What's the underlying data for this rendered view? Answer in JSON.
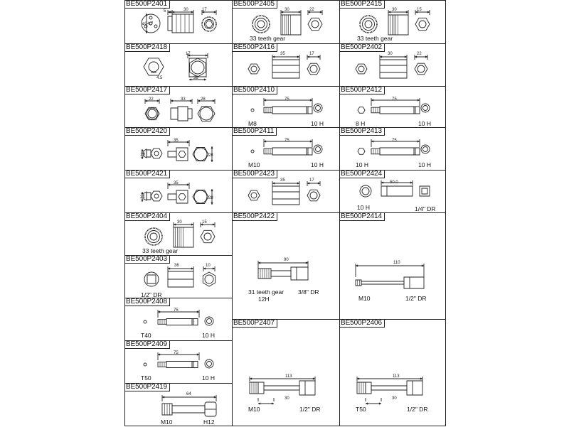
{
  "sheet": {
    "cells": [
      {
        "code": "BE500P2401",
        "kind": "splinedrum",
        "captions": [],
        "dims": [
          "5",
          "30",
          "17",
          "ø24,7"
        ]
      },
      {
        "code": "BE500P2405",
        "kind": "gearsocket",
        "captions": [
          "33 teeth gear"
        ],
        "dims": [
          "30",
          "22"
        ]
      },
      {
        "code": "BE500P2415",
        "kind": "gearsocket",
        "captions": [
          "33 teeth gear"
        ],
        "dims": [
          "30",
          "15"
        ]
      },
      {
        "code": "BE500P2418",
        "kind": "hexnut",
        "captions": [],
        "dims": [
          "17",
          "4.5",
          "38"
        ]
      },
      {
        "code": "BE500P2416",
        "kind": "hexsocket",
        "captions": [],
        "dims": [
          "35",
          "17"
        ]
      },
      {
        "code": "BE500P2402",
        "kind": "hexsocket",
        "captions": [],
        "dims": [
          "30",
          "22"
        ]
      },
      {
        "code": "BE500P2417",
        "kind": "hexstack",
        "captions": [],
        "dims": [
          "22",
          "33",
          "28"
        ]
      },
      {
        "code": "BE500P2410",
        "kind": "bit",
        "captions": [
          "M8",
          "10 H"
        ],
        "dims": [
          "75"
        ]
      },
      {
        "code": "BE500P2412",
        "kind": "bithex",
        "captions": [
          "8 H",
          "10 H"
        ],
        "dims": [
          "75"
        ]
      },
      {
        "code": "BE500P2420",
        "kind": "adapter",
        "captions": [],
        "dims": [
          "35",
          "19",
          "28"
        ]
      },
      {
        "code": "BE500P2411",
        "kind": "bit",
        "captions": [
          "M10",
          "10 H"
        ],
        "dims": [
          "75"
        ]
      },
      {
        "code": "BE500P2413",
        "kind": "bithex",
        "captions": [
          "10 H",
          "10 H"
        ],
        "dims": [
          "75"
        ]
      },
      {
        "code": "BE500P2421",
        "kind": "adapter",
        "captions": [],
        "dims": [
          "35",
          "21",
          "28"
        ]
      },
      {
        "code": "BE500P2423",
        "kind": "hexsocket",
        "captions": [],
        "dims": [
          "35",
          "17"
        ]
      },
      {
        "code": "BE500P2424",
        "kind": "longsocket",
        "captions": [
          "10 H",
          "1/4\" DR"
        ],
        "dims": [
          "50.0"
        ]
      },
      {
        "code": "BE500P2404",
        "kind": "gearsocket",
        "captions": [
          "33 teeth gear"
        ],
        "dims": [
          "30",
          "15"
        ]
      },
      {
        "code": "BE500P2422",
        "kind": "extsocket",
        "captions": [
          "31 teeth gear",
          "12H",
          "3/8\" DR"
        ],
        "dims": [
          "90"
        ]
      },
      {
        "code": "BE500P2414",
        "kind": "longext",
        "captions": [
          "M10",
          "1/2\" DR"
        ],
        "dims": [
          "110"
        ]
      },
      {
        "code": "BE500P2403",
        "kind": "drivesocket",
        "captions": [
          "1/2\" DR"
        ],
        "dims": [
          "36",
          "10"
        ]
      },
      {
        "code": "BE500P2408",
        "kind": "torxbit",
        "captions": [
          "T40",
          "10 H"
        ],
        "dims": [
          "75"
        ]
      },
      {
        "code": "BE500P2407",
        "kind": "splineext",
        "captions": [
          "M10",
          "1/2\" DR"
        ],
        "dims": [
          "113",
          "30"
        ]
      },
      {
        "code": "BE500P2406",
        "kind": "splineext",
        "captions": [
          "T50",
          "1/2\" DR"
        ],
        "dims": [
          "113",
          "30"
        ]
      },
      {
        "code": "BE500P2409",
        "kind": "torxbit",
        "captions": [
          "T50",
          "10 H"
        ],
        "dims": [
          "75"
        ]
      },
      {
        "code": "BE500P2419",
        "kind": "h12bit",
        "captions": [
          "M10",
          "H12"
        ],
        "dims": [
          "64"
        ]
      }
    ]
  }
}
